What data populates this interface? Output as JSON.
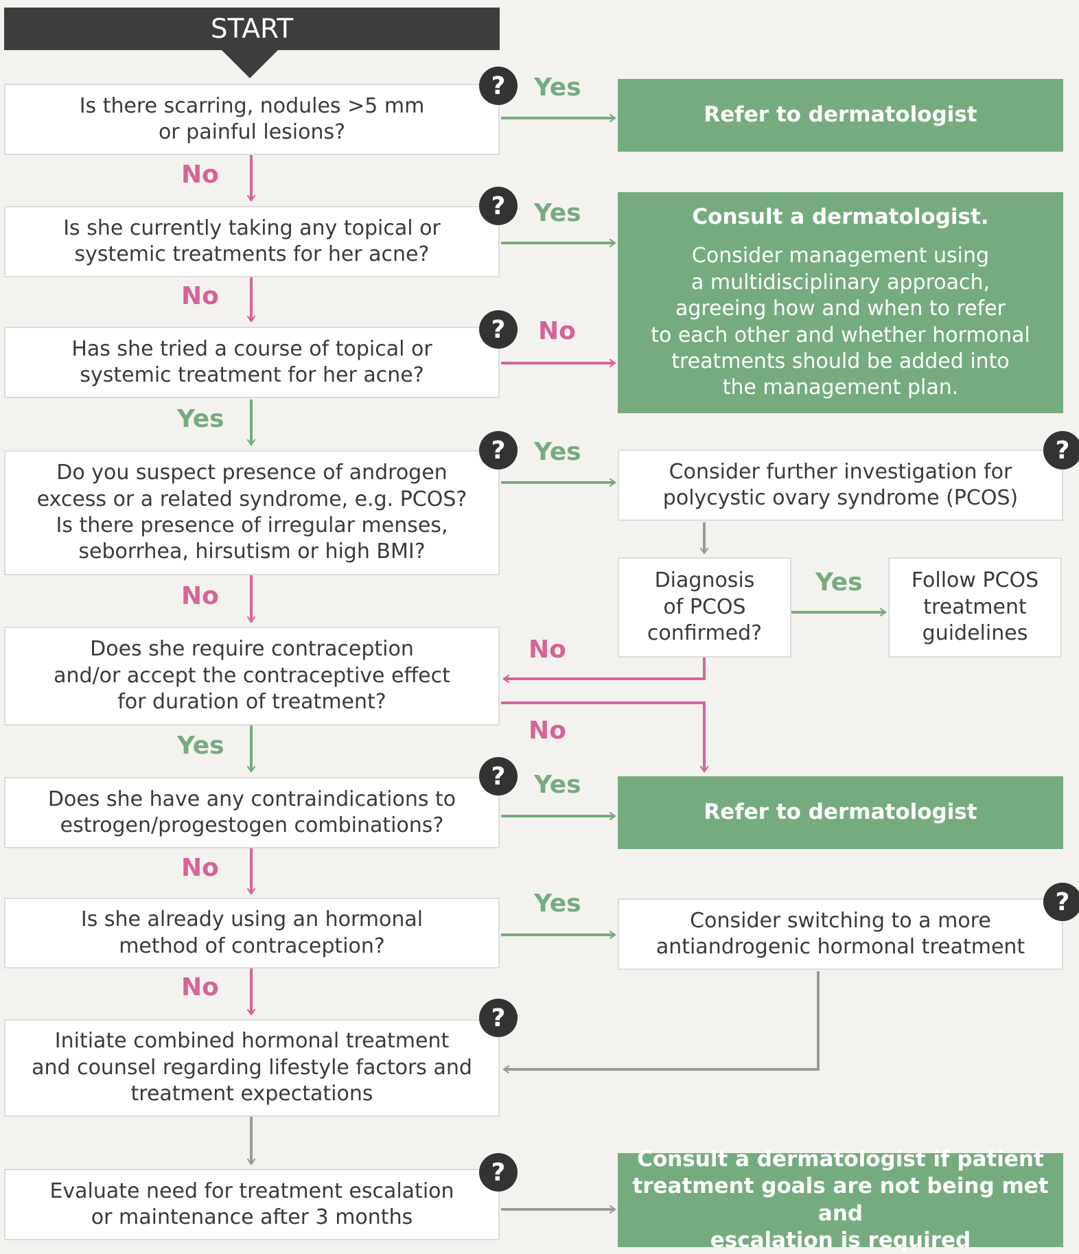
{
  "start_label": "START",
  "help_icon_glyph": "?",
  "colors": {
    "green": "#76ab80",
    "pink": "#d4649a",
    "gray": "#9a9a9a",
    "dark": "#3d3d3d"
  },
  "questions": {
    "q1": "Is there scarring, nodules >5 mm\nor painful lesions?",
    "q2": "Is she currently taking any topical or\nsystemic treatments for her acne?",
    "q3": "Has she tried a course of topical or\nsystemic treatment for her acne?",
    "q4": "Do you suspect presence of androgen\nexcess or a related syndrome, e.g. PCOS?\nIs there presence of irregular menses,\nseborrhea, hirsutism or high BMI?",
    "q5": "Does she require contraception\nand/or accept the contraceptive effect\nfor duration of treatment?",
    "q6": "Does she have any contraindications to\nestrogen/progestogen combinations?",
    "q7": "Is she already using an hormonal\nmethod of contraception?",
    "q8": "Initiate combined hormonal treatment\nand counsel regarding lifestyle factors and\ntreatment expectations",
    "q9": "Evaluate need for treatment escalation\nor maintenance after 3 months"
  },
  "outcomes": {
    "refer1": "Refer to dermatologist",
    "consult_title": "Consult a dermatologist.",
    "consult_body": "Consider management using\na multidisciplinary approach,\nagreeing how and when to refer\nto each other and whether hormonal\ntreatments should be added into\nthe management plan.",
    "pcos_investigation": "Consider further investigation for\npolycystic ovary syndrome (PCOS)",
    "pcos_diagnosis": "Diagnosis\nof PCOS\nconfirmed?",
    "pcos_guidelines": "Follow PCOS\ntreatment\nguidelines",
    "refer2": "Refer to dermatologist",
    "switch": "Consider switching to a more\nantiandrogenic hormonal treatment",
    "escalation": "Consult a dermatologist if patient\ntreatment goals are not being met and\nescalation is required"
  },
  "labels": {
    "yes": "Yes",
    "no": "No"
  }
}
